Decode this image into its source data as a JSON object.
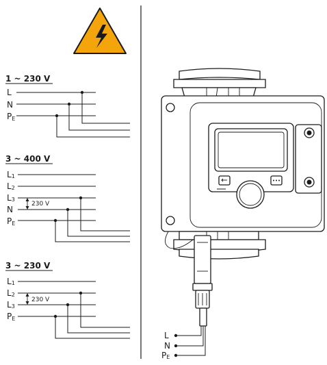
{
  "warning": {
    "symbol_color": "#f4a50b"
  },
  "diagrams": [
    {
      "heading": "1 ~ 230 V",
      "lines": [
        {
          "base": "L",
          "sub": ""
        },
        {
          "base": "N",
          "sub": ""
        },
        {
          "base": "P",
          "sub": "E"
        }
      ]
    },
    {
      "heading": "3 ~ 400 V",
      "voltage": "230 V",
      "lines": [
        {
          "base": "L",
          "sub": "1"
        },
        {
          "base": "L",
          "sub": "2"
        },
        {
          "base": "L",
          "sub": "3"
        },
        {
          "base": "N",
          "sub": ""
        },
        {
          "base": "P",
          "sub": "E"
        }
      ]
    },
    {
      "heading": "3 ~ 230 V",
      "voltage": "230 V",
      "lines": [
        {
          "base": "L",
          "sub": "1"
        },
        {
          "base": "L",
          "sub": "2"
        },
        {
          "base": "L",
          "sub": "3"
        },
        {
          "base": "P",
          "sub": "E"
        }
      ]
    }
  ],
  "cable_labels": [
    {
      "base": "L",
      "sub": ""
    },
    {
      "base": "N",
      "sub": ""
    },
    {
      "base": "P",
      "sub": "E"
    }
  ]
}
